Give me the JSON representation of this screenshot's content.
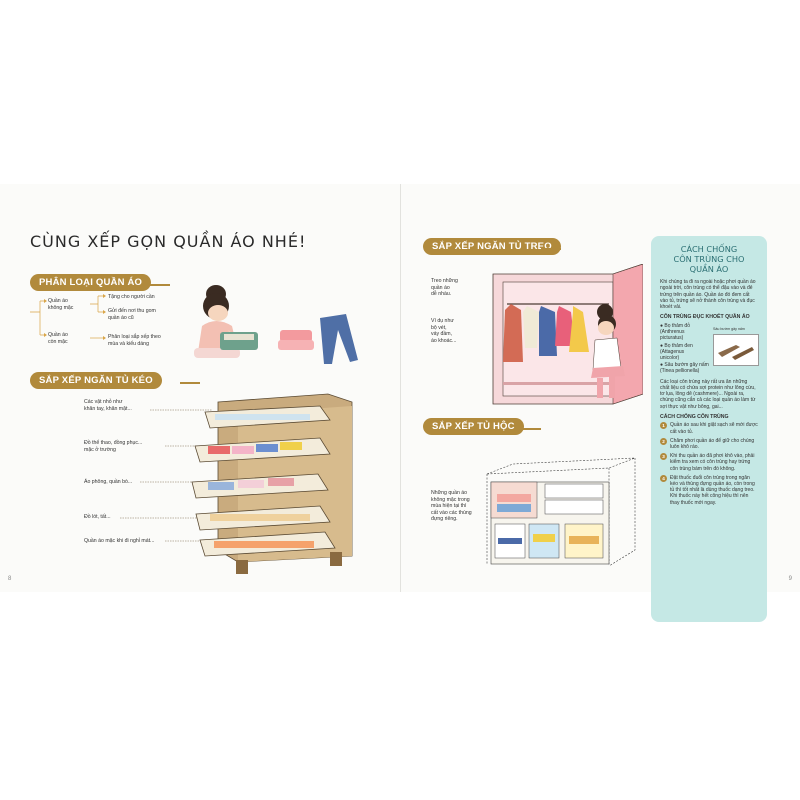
{
  "left_page": {
    "title": "CÙNG XẾP GỌN QUẦN ÁO NHÉ!",
    "section1": "PHÂN LOẠI QUẦN ÁO",
    "tree": {
      "a": "Quần áo\nkhông mặc",
      "a1": "Tặng cho người cần",
      "a2": "Gửi đến nơi thu gom\nquần áo cũ",
      "b": "Quần áo\ncòn mặc",
      "b1": "Phân loại sắp xếp theo\nmùa và kiểu dáng"
    },
    "section2": "SẮP XẾP NGĂN TỦ KÉO",
    "drawer_labels": [
      "Các vật nhỏ như\nkhăn tay, khăn mặt...",
      "Đồ thể thao, đồng phục...\nmặc ở trường",
      "Áo phông, quần bò...",
      "Đồ lót, tất...",
      "Quần áo mặc khi đi nghỉ mát..."
    ],
    "page_number": "8"
  },
  "right_page": {
    "section3": "SẮP XẾP NGĂN TỦ TREO",
    "hang_notes": [
      "Treo những\nquần áo\ndễ nhàu.",
      "Ví dụ như\nbộ vét,\nváy đầm,\náo khoác..."
    ],
    "section4": "SẮP XẾP TỦ HỘC",
    "shelf_note": "Những quần áo\nkhông mặc trong\nmùa hiện tại thì\ncất vào các thùng\nđựng riêng.",
    "page_number": "9",
    "panel": {
      "title": "CÁCH CHỐNG\nCÔN TRÙNG CHO\nQUẦN ÁO",
      "intro": "Khi chúng ta đi ra ngoài hoặc phơi quần áo ngoài trời, côn trùng có thể đậu vào và đẻ trứng trên quần áo. Quần áo đó đem cất vào tủ, trứng sẽ nở thành côn trùng và đục khoét vải.",
      "insects_heading": "CÔN TRÙNG ĐỤC KHOÉT QUẦN ÁO",
      "moth_caption": "Sâu bướm gây nấm",
      "insects": [
        "Bọ thảm đỏ\n(Anthrenus\npicturatus)",
        "Bọ thảm đen\n(Attagenus\nunicolor)",
        "Sâu bướm gây nấm\n(Tinea pellionella)"
      ],
      "para2": "Các loại côn trùng này rất ưa ăn những chất liệu có chứa sợi protein như lông cừu, tơ lụa, lông dê (cashmere)... Ngoài ra, chúng cũng cắn cả các loại quần áo làm từ sợi thực vật như bông, gai...",
      "steps_heading": "CÁCH CHỐNG CÔN TRÙNG",
      "steps": [
        "Quần áo sau khi giặt sạch sẽ mới được cất vào tủ.",
        "Chăm phơi quần áo để giữ cho chúng luôn khô ráo.",
        "Khi thu quần áo đã phơi khô vào, phải kiểm tra xem có côn trùng hay trứng côn trùng bám trên đó không.",
        "Đặt thuốc đuổi côn trùng trong ngăn kéo và thùng đựng quần áo, còn trong tủ thì tốt nhất là dùng thuốc dạng treo. Khi thuốc này hết công hiệu thì nên thay thuốc mới ngay."
      ]
    }
  },
  "colors": {
    "accent": "#b18a3c",
    "panel": "#c5e8e5",
    "panel_title": "#2b6f73",
    "wood": "#c9ab7e"
  }
}
